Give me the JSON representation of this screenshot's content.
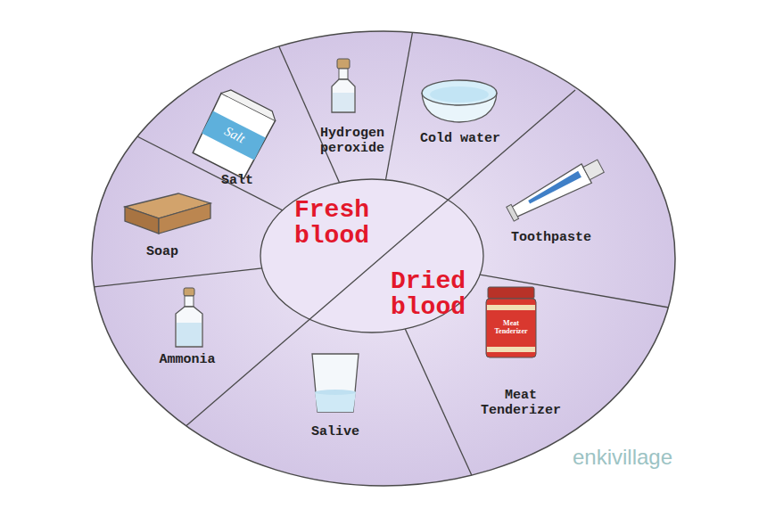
{
  "diagram": {
    "nodes": [
      {
        "text": [
          "Fresh blood"
        ]
      },
      {
        "text": [
          "Dried blood"
        ]
      },
      {
        "text": [
          "Salt"
        ]
      },
      {
        "text": [
          "Hydrogen peroxide"
        ]
      },
      {
        "text": [
          "Cold water"
        ]
      },
      {
        "text": [
          "Toothpaste"
        ]
      },
      {
        "text": [
          "Meat Tenderizer"
        ]
      },
      {
        "text": [
          "Salive"
        ]
      },
      {
        "text": [
          "Ammonia"
        ]
      },
      {
        "text": [
          "Soap"
        ]
      }
    ],
    "labels": [
      "Salt",
      "Meat Tenderizer",
      "enkivillage"
    ]
  }
}
